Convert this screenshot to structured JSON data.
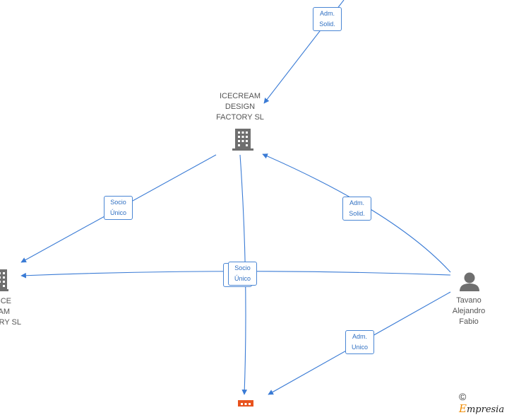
{
  "nodes": {
    "icecream_design": {
      "label_lines": [
        "ICECREAM",
        "DESIGN",
        "FACTORY  SL"
      ],
      "kind": "company"
    },
    "ice_cream_factory": {
      "label_lines": [
        "ICE",
        "AM",
        "RY  SL"
      ],
      "kind": "company"
    },
    "tavano": {
      "label_lines": [
        "Tavano",
        "Alejandro",
        "Fabio"
      ],
      "kind": "person"
    },
    "bottom_company": {
      "kind": "company",
      "accent": "#e8531e"
    }
  },
  "edge_labels": {
    "top_adm": [
      "Adm.",
      "Solid."
    ],
    "socio_left": [
      "Socio",
      "Único"
    ],
    "adm_right": [
      "Adm.",
      "Solid."
    ],
    "socio_center": [
      "Socio",
      "Único"
    ],
    "adm_unico": [
      "Adm.",
      "Unico"
    ]
  },
  "watermark": {
    "symbol": "©",
    "brand_first": "E",
    "brand_rest": "mpresia"
  },
  "colors": {
    "edge": "#3a7bd5",
    "icon": "#6f6f6f",
    "accent": "#e8531e"
  }
}
